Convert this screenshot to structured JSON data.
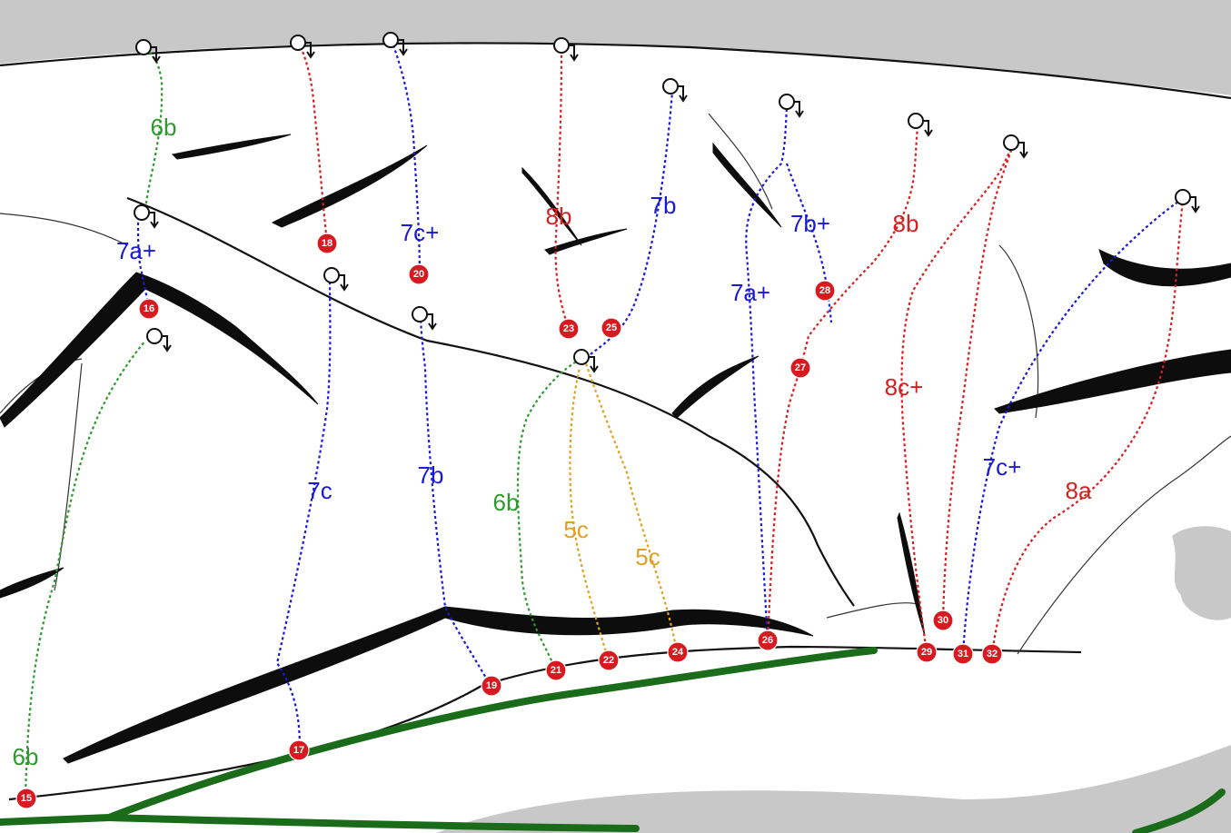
{
  "colors": {
    "red": "#d42020",
    "blue": "#1a1ad6",
    "green": "#2e9a2e",
    "orange": "#e0a020",
    "marker": "#d71920",
    "ground": "#1a6b1a"
  },
  "routes": [
    {
      "number": "15",
      "grade": "6b",
      "color": "green"
    },
    {
      "number": "16",
      "grade": "7a+",
      "color": "blue"
    },
    {
      "number": "16",
      "grade": "6b",
      "color": "green"
    },
    {
      "number": "17",
      "grade": "7c",
      "color": "blue"
    },
    {
      "number": "18",
      "grade": "",
      "color": "red"
    },
    {
      "number": "19",
      "grade": "7b",
      "color": "blue"
    },
    {
      "number": "20",
      "grade": "7c+",
      "color": "blue"
    },
    {
      "number": "21",
      "grade": "6b",
      "color": "green"
    },
    {
      "number": "22",
      "grade": "5c",
      "color": "orange"
    },
    {
      "number": "23",
      "grade": "8b",
      "color": "red"
    },
    {
      "number": "24",
      "grade": "5c",
      "color": "orange"
    },
    {
      "number": "25",
      "grade": "7b",
      "color": "blue"
    },
    {
      "number": "26",
      "grade": "7a+",
      "color": "blue"
    },
    {
      "number": "27",
      "grade": "8b",
      "color": "red"
    },
    {
      "number": "28",
      "grade": "7b+",
      "color": "blue"
    },
    {
      "number": "29",
      "grade": "8c+",
      "color": "red"
    },
    {
      "number": "30",
      "grade": "",
      "color": "red"
    },
    {
      "number": "31",
      "grade": "7c+",
      "color": "blue"
    },
    {
      "number": "32",
      "grade": "8a",
      "color": "red"
    }
  ],
  "markers": [
    "15",
    "16",
    "17",
    "18",
    "19",
    "20",
    "21",
    "22",
    "23",
    "24",
    "25",
    "26",
    "27",
    "28",
    "29",
    "30",
    "31",
    "32"
  ],
  "grades": [
    "6b",
    "7a+",
    "6b",
    "7c",
    "7c+",
    "7b",
    "6b",
    "5c",
    "5c",
    "8b",
    "7b",
    "7a+",
    "7b+",
    "8b",
    "8c+",
    "7c+",
    "8a"
  ]
}
